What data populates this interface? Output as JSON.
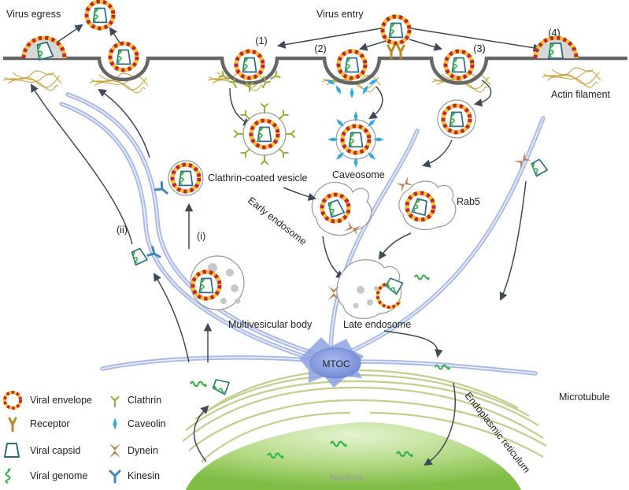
{
  "labels": {
    "virus_egress": "Virus egress",
    "virus_entry": "Virus entry",
    "step1": "(1)",
    "step2": "(2)",
    "step3": "(3)",
    "step4": "(4)",
    "actin_filament": "Actin filament",
    "clathrin_coated_vesicle": "Clathrin-coated vesicle",
    "caveosome": "Caveosome",
    "rab5": "Rab5",
    "early_endosome": "Early endosome",
    "path_ii": "(ii)",
    "path_i": "(i)",
    "multivesicular_body": "Multivesicular body",
    "late_endosome": "Late endosome",
    "mtoc": "MTOC",
    "microtubule": "Microtubule",
    "endoplasmic_reticulum": "Endoplasmic reticulum",
    "nucleus": "Nucleus"
  },
  "legend": [
    {
      "icon": "viral-envelope-icon",
      "label": "Viral envelope"
    },
    {
      "icon": "receptor-icon",
      "label": "Receptor"
    },
    {
      "icon": "viral-capsid-icon",
      "label": "Viral capsid"
    },
    {
      "icon": "viral-genome-icon",
      "label": "Viral genome"
    },
    {
      "icon": "clathrin-icon",
      "label": "Clathrin"
    },
    {
      "icon": "caveolin-icon",
      "label": "Caveolin"
    },
    {
      "icon": "dynein-icon",
      "label": "Dynein"
    },
    {
      "icon": "kinesin-icon",
      "label": "Kinesin"
    }
  ],
  "colors": {
    "envelope_red": "#c0262d",
    "envelope_yellow": "#f2c230",
    "capsid": "#2b6d80",
    "genome": "#2fb34a",
    "clathrin": "#9aaf3a",
    "caveolin": "#35a9de",
    "dynein": "#b9825a",
    "kinesin": "#3f86c4",
    "microtubule": "#a9b9ea",
    "membrane": "#666666",
    "actin": "#c9a23a",
    "nucleus": "#9ccc63",
    "er": "#c3cf8c",
    "mtoc": "#7f97d8"
  }
}
